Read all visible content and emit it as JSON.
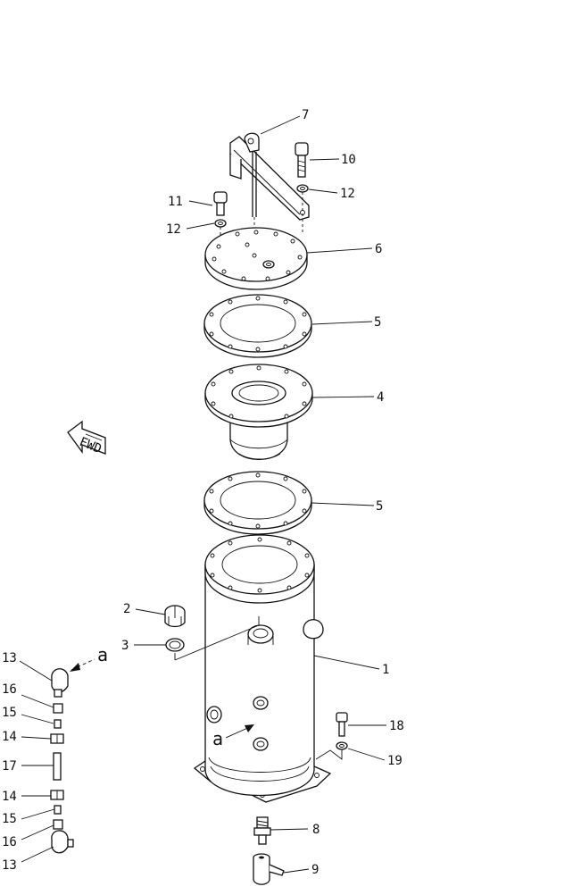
{
  "labels": {
    "p1": "1",
    "p2": "2",
    "p3": "3",
    "p4": "4",
    "p5a": "5",
    "p5b": "5",
    "p6": "6",
    "p7": "7",
    "p8": "8",
    "p9": "9",
    "p10": "10",
    "p11": "11",
    "p12a": "12",
    "p12b": "12",
    "p13a": "13",
    "p13b": "13",
    "p14a": "14",
    "p14b": "14",
    "p15a": "15",
    "p15b": "15",
    "p16a": "16",
    "p16b": "16",
    "p17": "17",
    "p18": "18",
    "p19": "19",
    "ref_a1": "a",
    "ref_a2": "a",
    "fwd": "FWD"
  }
}
